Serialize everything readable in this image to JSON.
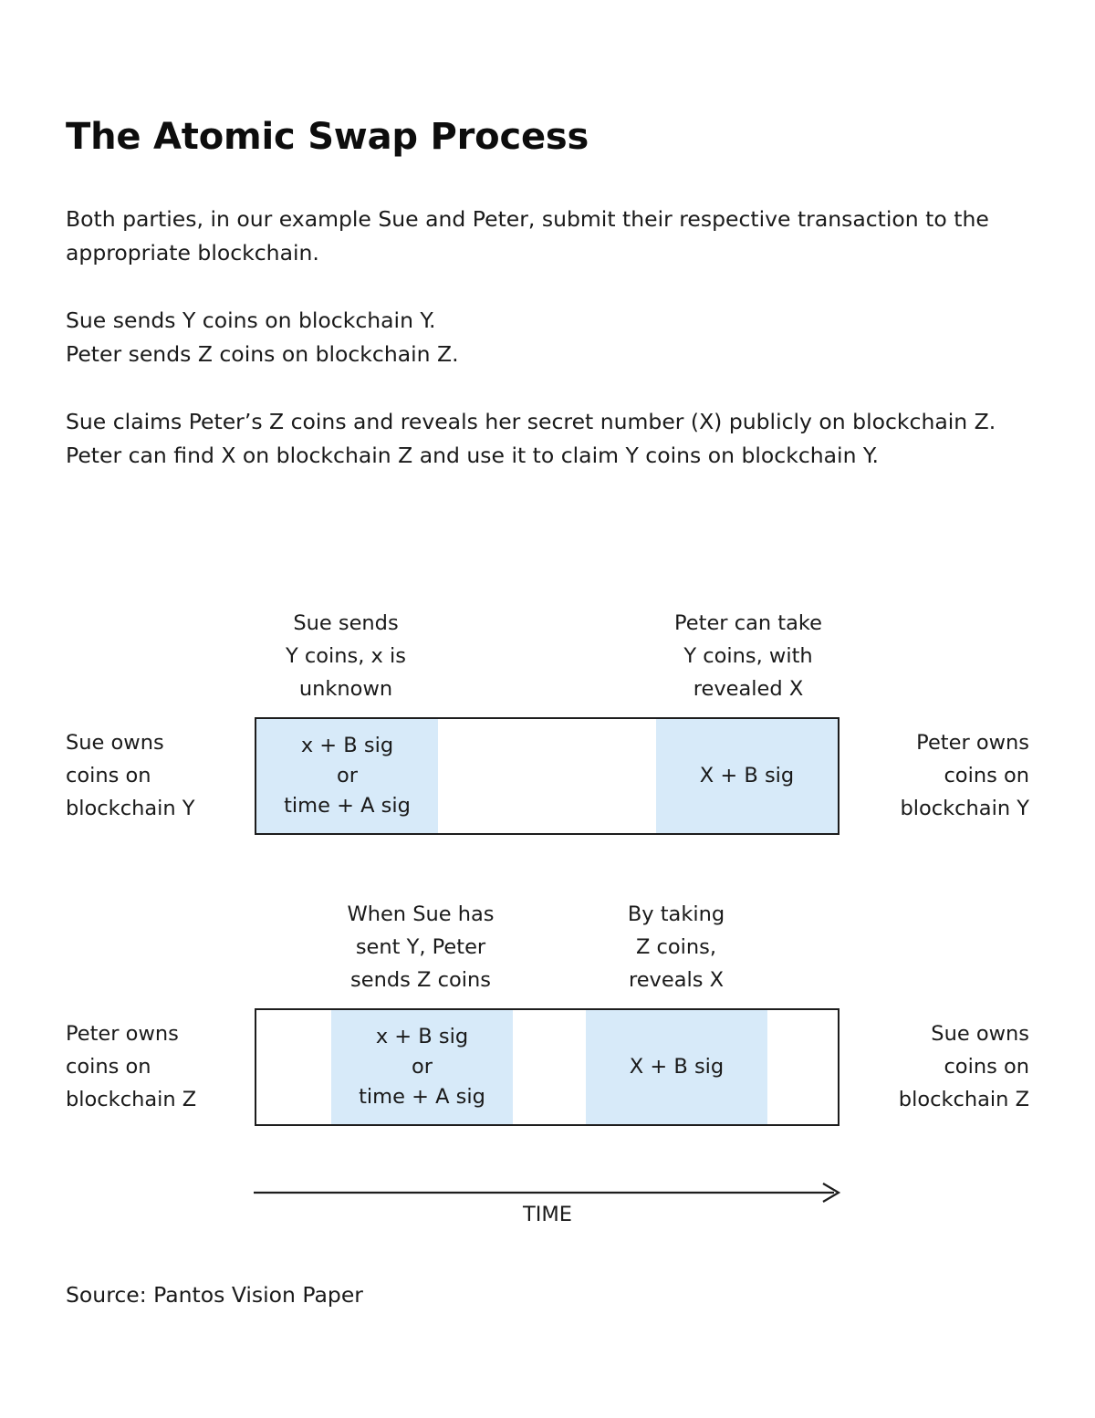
{
  "page": {
    "title": "The Atomic Swap Process",
    "source": "Source: Pantos Vision Paper",
    "accent_fill": "#d7eaf9",
    "stroke": "#1d1d1d",
    "background": "#ffffff"
  },
  "body_text": {
    "paragraph_1": "Both parties, in our example Sue and Peter, submit their respective transaction to the appropriate blockchain.",
    "paragraph_2_line_1": "Sue sends Y coins on blockchain Y.",
    "paragraph_2_line_2": "Peter sends Z coins on blockchain Z.",
    "paragraph_3_line_1": "Sue claims Peter’s Z coins and reveals her secret number (X) publicly on blockchain Z.",
    "paragraph_3_line_2": "Peter can find X on blockchain Z and use it to claim Y coins on blockchain Y."
  },
  "diagram": {
    "time_axis_label": "TIME",
    "rows": [
      {
        "id": "blockchain-y",
        "left_label": "Sue owns\ncoins on\nblockchain Y",
        "right_label": "Peter owns\ncoins on\nblockchain Y",
        "captions": [
          {
            "id": "sue-sends-y",
            "text": "Sue sends\nY coins, x is\nunknown"
          },
          {
            "id": "peter-takes-y",
            "text": "Peter can take\nY coins, with\nrevealed X"
          }
        ],
        "segments": [
          {
            "id": "y-lock",
            "filled": true,
            "lines": [
              "x + B sig",
              "or",
              "time + A sig"
            ]
          },
          {
            "id": "y-gap",
            "filled": false,
            "lines": []
          },
          {
            "id": "y-claim",
            "filled": true,
            "lines": [
              "X + B sig"
            ]
          }
        ]
      },
      {
        "id": "blockchain-z",
        "left_label": "Peter owns\ncoins on\nblockchain Z",
        "right_label": "Sue owns\ncoins on\nblockchain Z",
        "captions": [
          {
            "id": "peter-sends-z",
            "text": "When Sue has\nsent Y, Peter\nsends Z coins"
          },
          {
            "id": "sue-takes-z",
            "text": "By taking\nZ coins,\nreveals X"
          }
        ],
        "segments": [
          {
            "id": "z-pre",
            "filled": false,
            "lines": []
          },
          {
            "id": "z-lock",
            "filled": true,
            "lines": [
              "x + B sig",
              "or",
              "time + A sig"
            ]
          },
          {
            "id": "z-gap",
            "filled": false,
            "lines": []
          },
          {
            "id": "z-claim",
            "filled": true,
            "lines": [
              "X + B sig"
            ]
          },
          {
            "id": "z-post",
            "filled": false,
            "lines": []
          }
        ]
      }
    ]
  }
}
